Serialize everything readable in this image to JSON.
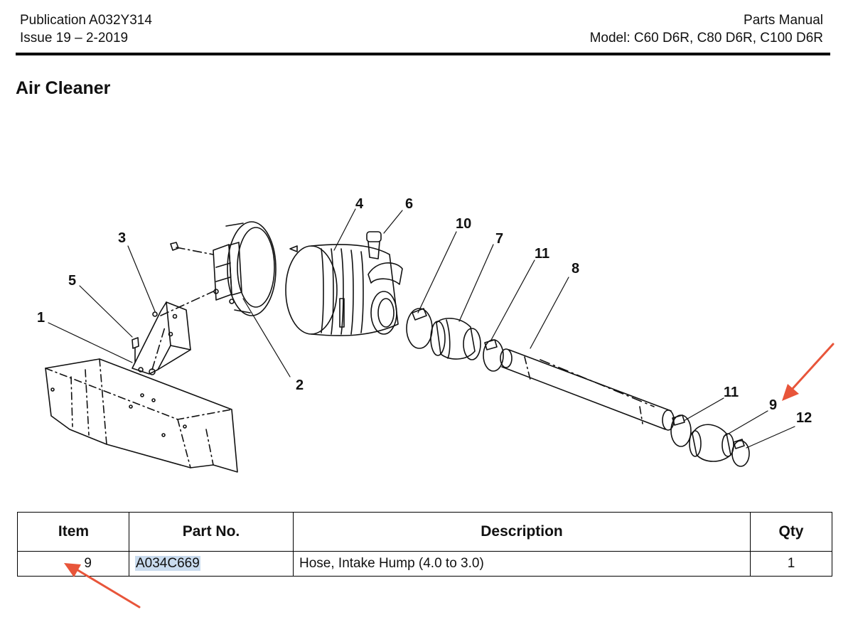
{
  "header": {
    "publication": "Publication A032Y314",
    "issue": "Issue 19 – 2-2019",
    "manual": "Parts Manual",
    "model": "Model: C60 D6R, C80 D6R, C100 D6R"
  },
  "section_title": "Air Cleaner",
  "diagram": {
    "callouts": [
      "1",
      "2",
      "3",
      "4",
      "5",
      "6",
      "7",
      "8",
      "9",
      "10",
      "11",
      "11",
      "12"
    ]
  },
  "table": {
    "headers": {
      "item": "Item",
      "part_no": "Part No.",
      "description": "Description",
      "qty": "Qty"
    },
    "rows": [
      {
        "item": "9",
        "part_no": "A034C669",
        "description": "Hose, Intake Hump (4.0 to 3.0)",
        "qty": "1"
      }
    ]
  },
  "colors": {
    "arrow": "#e8553a",
    "highlight": "#c9dbee",
    "ink": "#111111"
  }
}
